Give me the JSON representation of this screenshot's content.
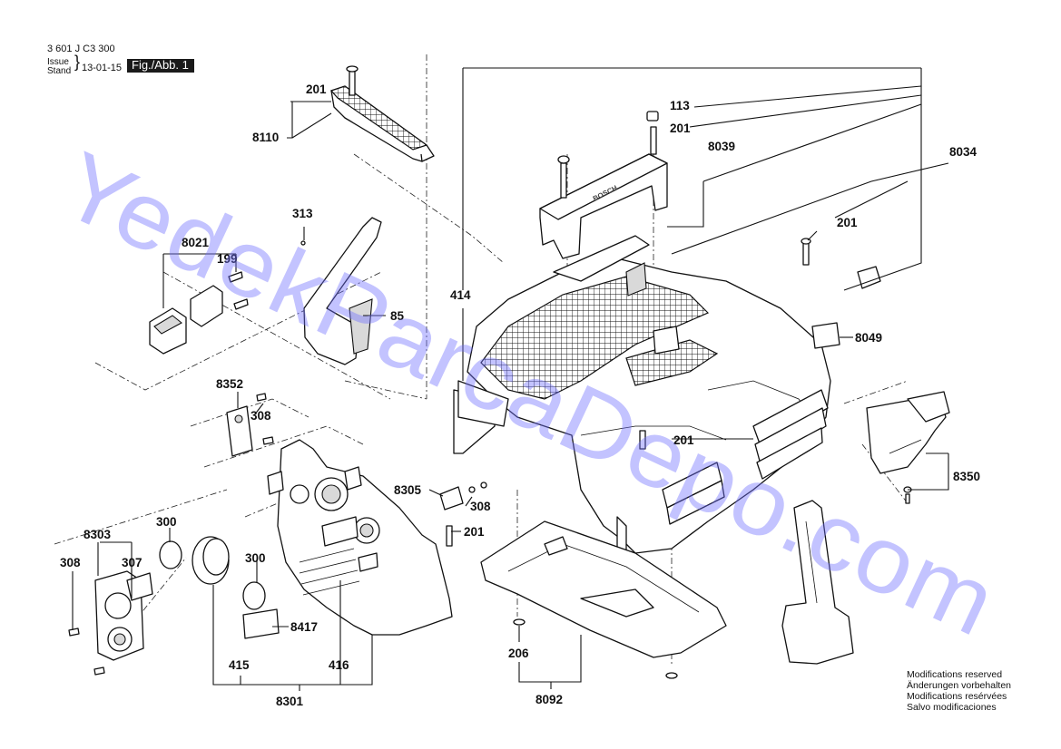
{
  "header": {
    "doc_number": "3 601 J C3 300",
    "issue_label": "Issue\nStand",
    "issue_date": "13-01-15",
    "figure_label": "Fig./Abb. 1"
  },
  "callouts": {
    "c201_top": "201",
    "c8110": "8110",
    "c113": "113",
    "c201_handle": "201",
    "c8039": "8039",
    "c8034": "8034",
    "c313": "313",
    "c8021": "8021",
    "c199": "199",
    "c414": "414",
    "c85": "85",
    "c201_right": "201",
    "c8049": "8049",
    "c8352": "8352",
    "c308_plate": "308",
    "c201_mid": "201",
    "c8350": "8350",
    "c8305": "8305",
    "c308_mid": "308",
    "c201_lower": "201",
    "c8303": "8303",
    "c300_a": "300",
    "c308_left": "308",
    "c307": "307",
    "c300_b": "300",
    "c8417": "8417",
    "c415": "415",
    "c416": "416",
    "c8301": "8301",
    "c206": "206",
    "c8092": "8092"
  },
  "notes": [
    "Modifications reserved",
    "Änderungen vorbehalten",
    "Modifications resérvées",
    "Salvo modificaciones"
  ],
  "watermark": "YedekParcaDepo.com",
  "logo_text": "BOSCH",
  "colors": {
    "watermark": "#6f6fff",
    "ink": "#111111",
    "badge_bg": "#1a1a1a"
  }
}
